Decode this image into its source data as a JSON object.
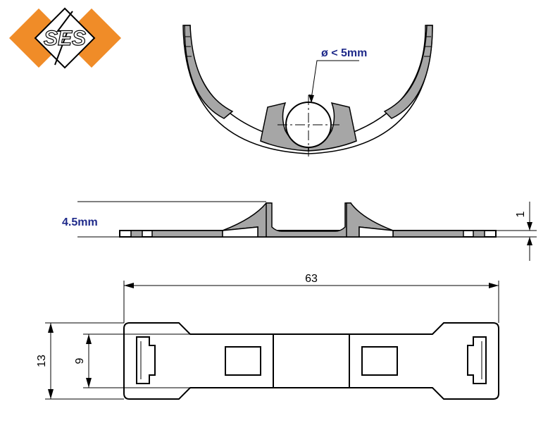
{
  "logo": {
    "text": "SES",
    "colors": {
      "orange": "#f08c28",
      "dark": "#000000",
      "white": "#ffffff"
    }
  },
  "annotations": {
    "diameter_note": "ø < 5mm",
    "height_note": "4.5mm"
  },
  "dimensions": {
    "length": "63",
    "height": "13",
    "inner_height": "9",
    "thickness": "1"
  },
  "colors": {
    "part_fill": "#a6a6a6",
    "outline": "#000000",
    "annotation": "#1f2a8a"
  }
}
